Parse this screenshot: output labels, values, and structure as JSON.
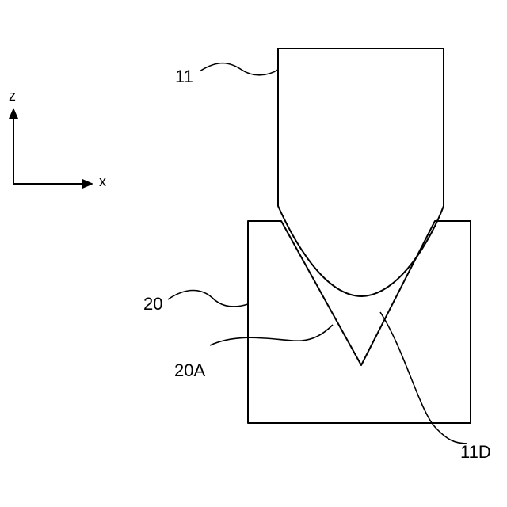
{
  "axes": {
    "vertical_label": "z",
    "horizontal_label": "x"
  },
  "labels": {
    "punch": "11",
    "punch_tip": "11D",
    "die": "20",
    "die_groove": "20A"
  },
  "colors": {
    "ink": "#000000",
    "background": "#ffffff"
  }
}
